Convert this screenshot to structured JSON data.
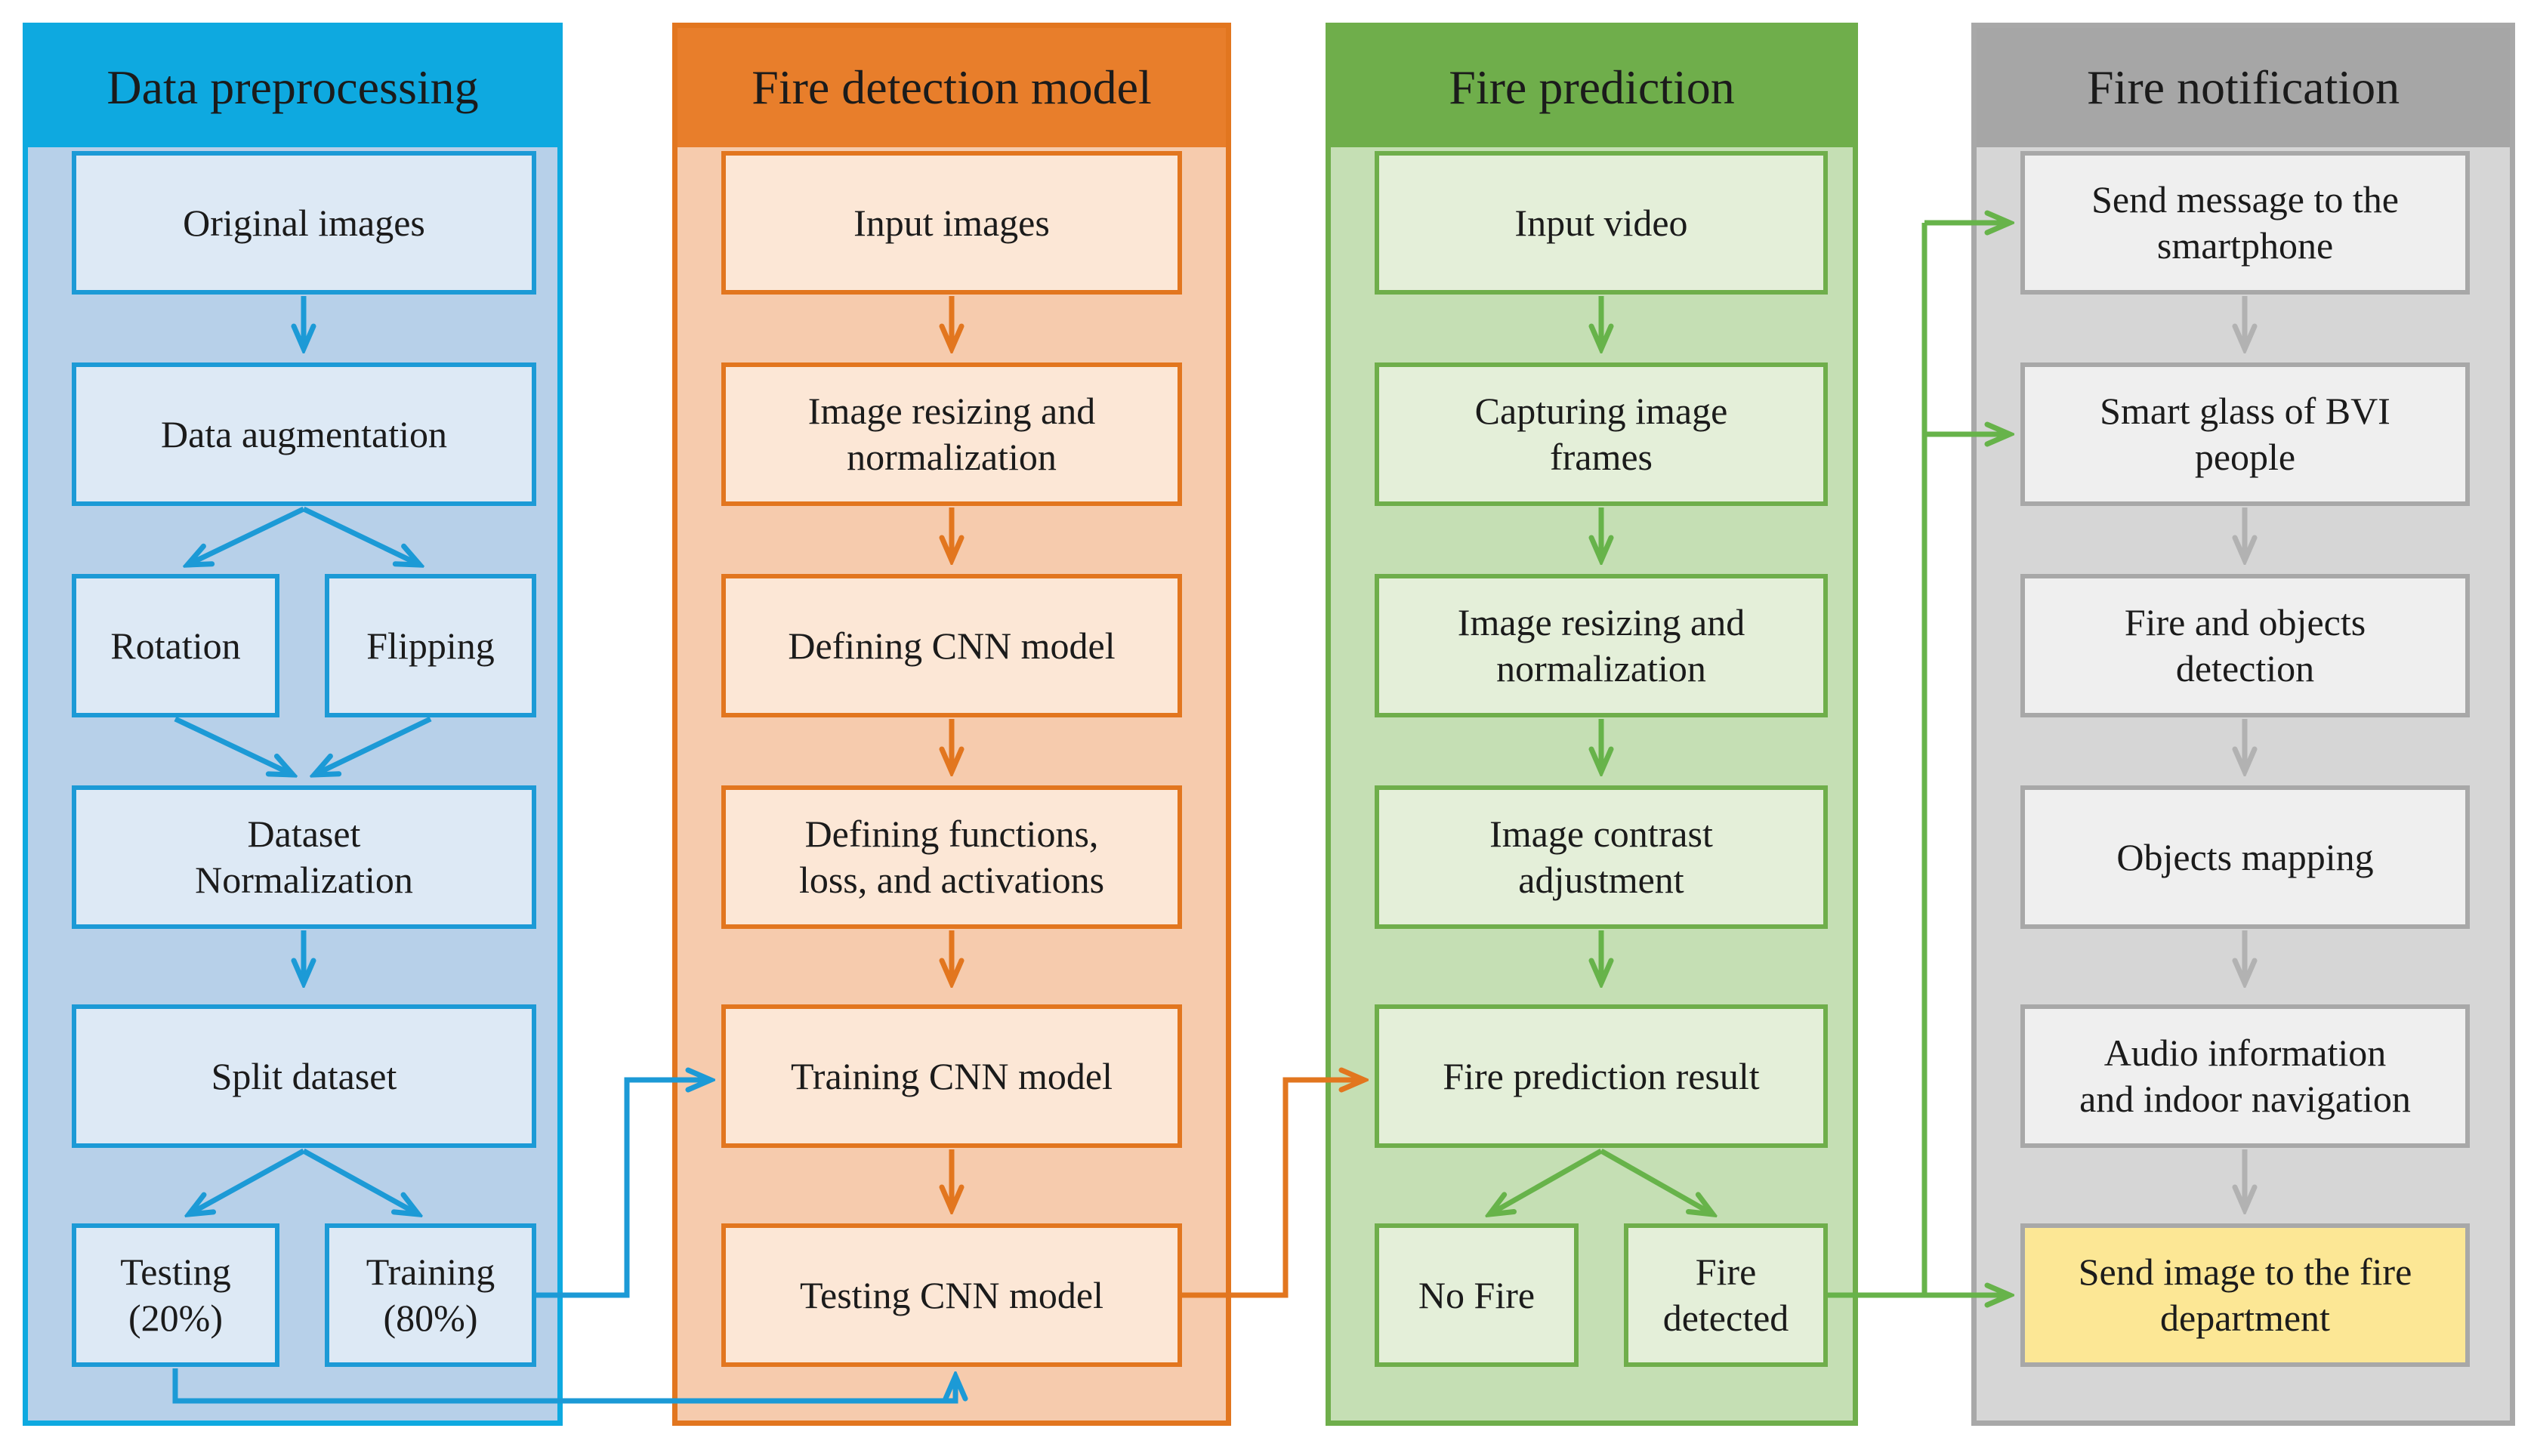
{
  "columns": [
    {
      "title": "Data preprocessing",
      "accent_color": "#0ea9e0",
      "body_color": "#b7d0e9",
      "box_fill": "#dde9f5",
      "box_border": "#1c9ad6",
      "boxes": [
        "Original images",
        "Data augmentation",
        "Rotation",
        "Flipping",
        "Dataset\nNormalization",
        "Split dataset",
        "Testing\n(20%)",
        "Training\n(80%)"
      ]
    },
    {
      "title": "Fire detection model",
      "accent_color": "#e87e2b",
      "body_color": "#f6cbad",
      "box_fill": "#fce7d6",
      "box_border": "#e2761f",
      "boxes": [
        "Input images",
        "Image resizing and\nnormalization",
        "Defining CNN model",
        "Defining functions,\nloss, and activations",
        "Training CNN model",
        "Testing CNN model"
      ]
    },
    {
      "title": "Fire prediction",
      "accent_color": "#6fae4b",
      "body_color": "#c5dfb4",
      "box_fill": "#e4efd9",
      "box_border": "#6fae4b",
      "boxes": [
        "Input video",
        "Capturing image\nframes",
        "Image resizing and\nnormalization",
        "Image contrast\nadjustment",
        "Fire prediction result",
        "No Fire",
        "Fire\ndetected"
      ]
    },
    {
      "title": "Fire notification",
      "accent_color": "#a6a6a6",
      "body_color": "#d6d6d6",
      "box_fill": "#efefef",
      "box_border": "#a8a8a8",
      "highlight_fill": "#fce795",
      "boxes": [
        "Send message to the\nsmartphone",
        "Smart glass of BVI\npeople",
        "Fire and objects\ndetection",
        "Objects mapping",
        "Audio information\nand indoor navigation",
        "Send image to the fire\ndepartment"
      ]
    }
  ],
  "connector_colors": {
    "blue": "#1c9ad6",
    "orange": "#e2761f",
    "green": "#67b34a",
    "gray": "#b2b2b2"
  },
  "connections": [
    {
      "from": "Training (80%)",
      "to": "Training CNN model",
      "color": "blue"
    },
    {
      "from": "Testing (20%)",
      "to": "Testing CNN model",
      "color": "blue"
    },
    {
      "from": "Testing CNN model",
      "to": "Fire prediction result",
      "color": "orange"
    },
    {
      "from": "Fire detected",
      "to": "Send message to the smartphone",
      "color": "green"
    },
    {
      "from": "Fire detected",
      "to": "Smart glass of BVI people",
      "color": "green"
    },
    {
      "from": "Fire detected",
      "to": "Send image to the fire department",
      "color": "green"
    }
  ]
}
